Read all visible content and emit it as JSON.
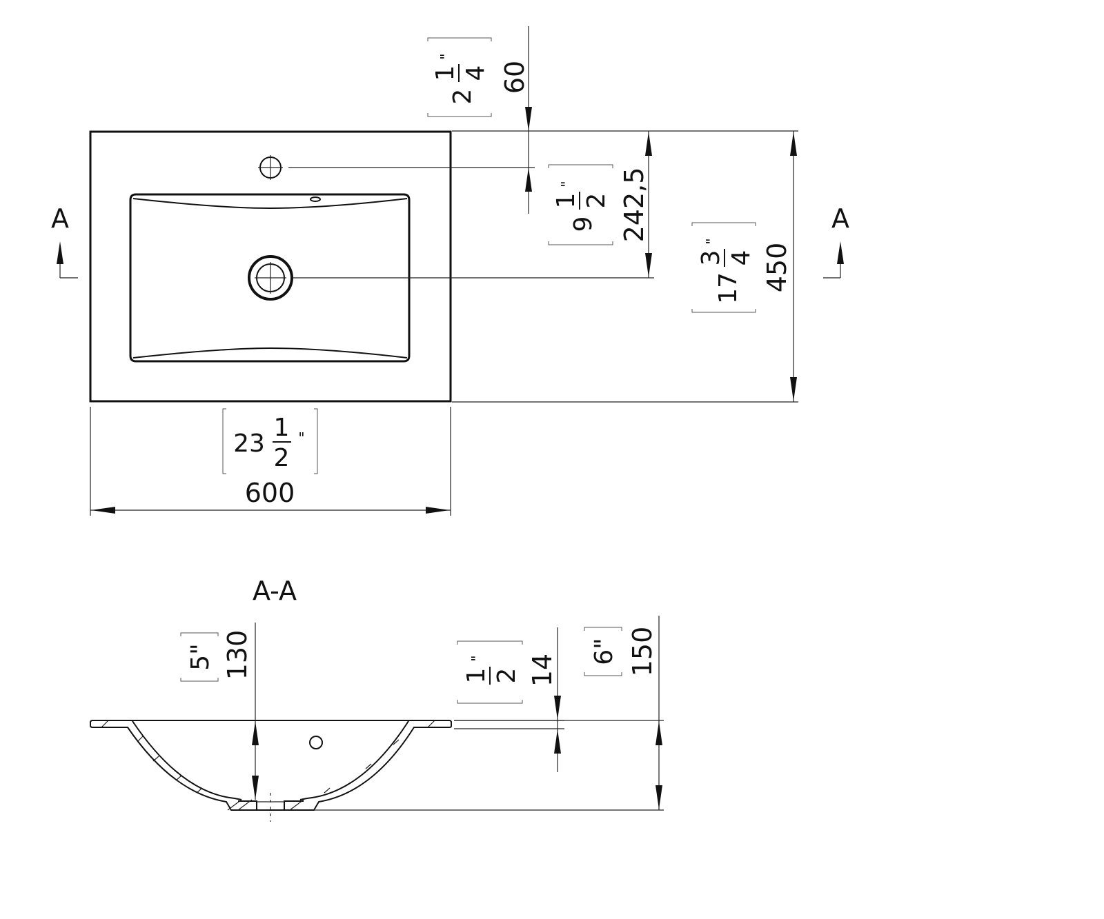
{
  "section_markers": {
    "left": "A",
    "right": "A"
  },
  "section_title": "A-A",
  "plan_view": {
    "tap_offset": {
      "mm": "60",
      "inch_whole": "2",
      "inch_num": "1",
      "inch_den": "4",
      "inch_mark": "\""
    },
    "drain_offset": {
      "mm": "242,5",
      "inch_whole": "9",
      "inch_num": "1",
      "inch_den": "2",
      "inch_mark": "\""
    },
    "depth": {
      "mm": "450",
      "inch_whole": "17",
      "inch_num": "3",
      "inch_den": "4",
      "inch_mark": "\""
    },
    "width": {
      "mm": "600",
      "inch_whole": "23",
      "inch_num": "1",
      "inch_den": "2",
      "inch_mark": "\""
    }
  },
  "section_view": {
    "bowl_depth": {
      "mm": "130",
      "inch": "5\""
    },
    "rim_thickness": {
      "mm": "14",
      "inch_num": "1",
      "inch_den": "2",
      "inch_mark": "\""
    },
    "total_height": {
      "mm": "150",
      "inch": "6\""
    }
  }
}
